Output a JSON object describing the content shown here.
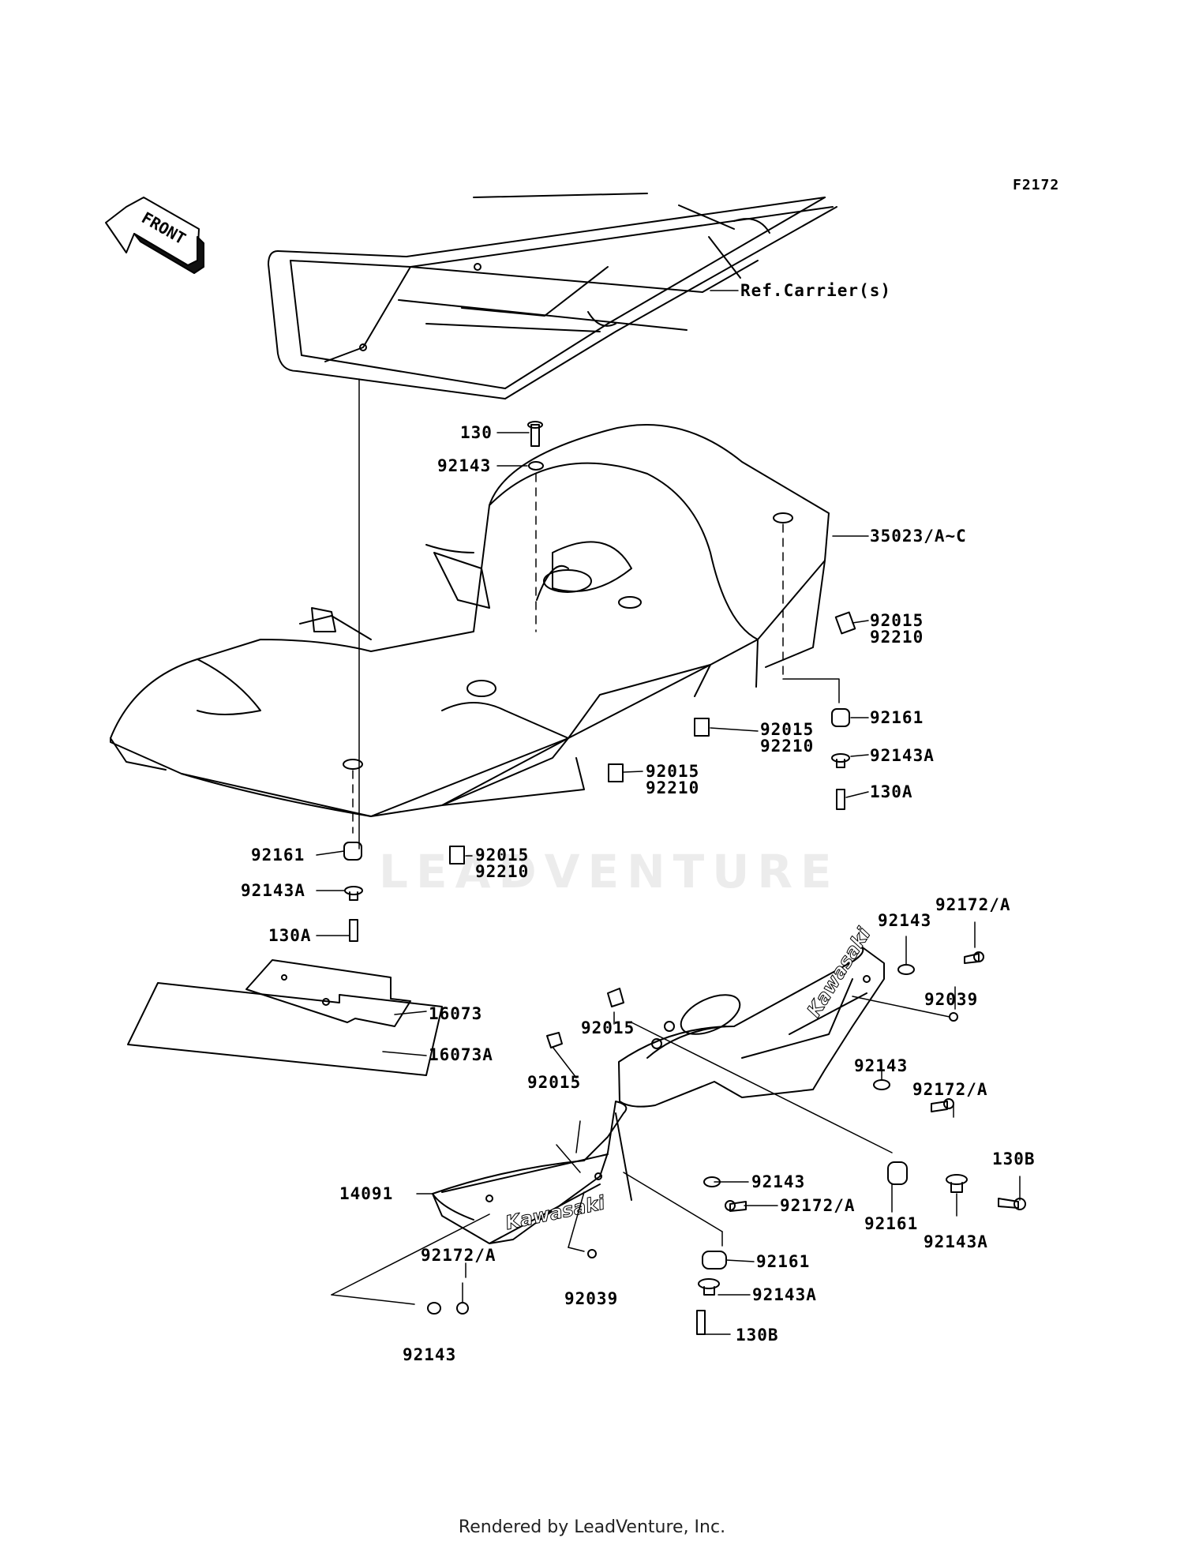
{
  "figure_code": "F2172",
  "front_arrow_text": "FRONT",
  "watermark": "LEADVENTURE",
  "footer": "Rendered by LeadVenture, Inc.",
  "callouts": {
    "ref_carrier": "Ref.Carrier(s)",
    "p130": "130",
    "p92143_top": "92143",
    "p35023": "35023/A~C",
    "p92015_r1": "92015",
    "p92210_r1": "92210",
    "p92161_r": "92161",
    "p92015_m1": "92015",
    "p92210_m1": "92210",
    "p92143A_r": "92143A",
    "p92015_m2": "92015",
    "p92210_m2": "92210",
    "p130A_r": "130A",
    "p92161_l": "92161",
    "p92015_b": "92015",
    "p92210_b": "92210",
    "p92143A_l": "92143A",
    "p130A_l": "130A",
    "p92143_sr1": "92143",
    "p92172A_sr1": "92172/A",
    "p92039_sr": "92039",
    "p16073": "16073",
    "p92015_s1": "92015",
    "p92143_sr2": "92143",
    "p92172A_sr2": "92172/A",
    "p16073A": "16073A",
    "p92015_s2": "92015",
    "p130B_r": "130B",
    "p92143_s3": "92143",
    "p92172A_s3": "92172/A",
    "p14091": "14091",
    "p92161_s": "92161",
    "p92143A_s": "92143A",
    "p92161_s2": "92161",
    "p92172A_bl": "92172/A",
    "p92039_b": "92039",
    "p92143A_s2": "92143A",
    "p130B_b": "130B",
    "p92143_bl": "92143"
  },
  "decal_text": "Kawasaki"
}
